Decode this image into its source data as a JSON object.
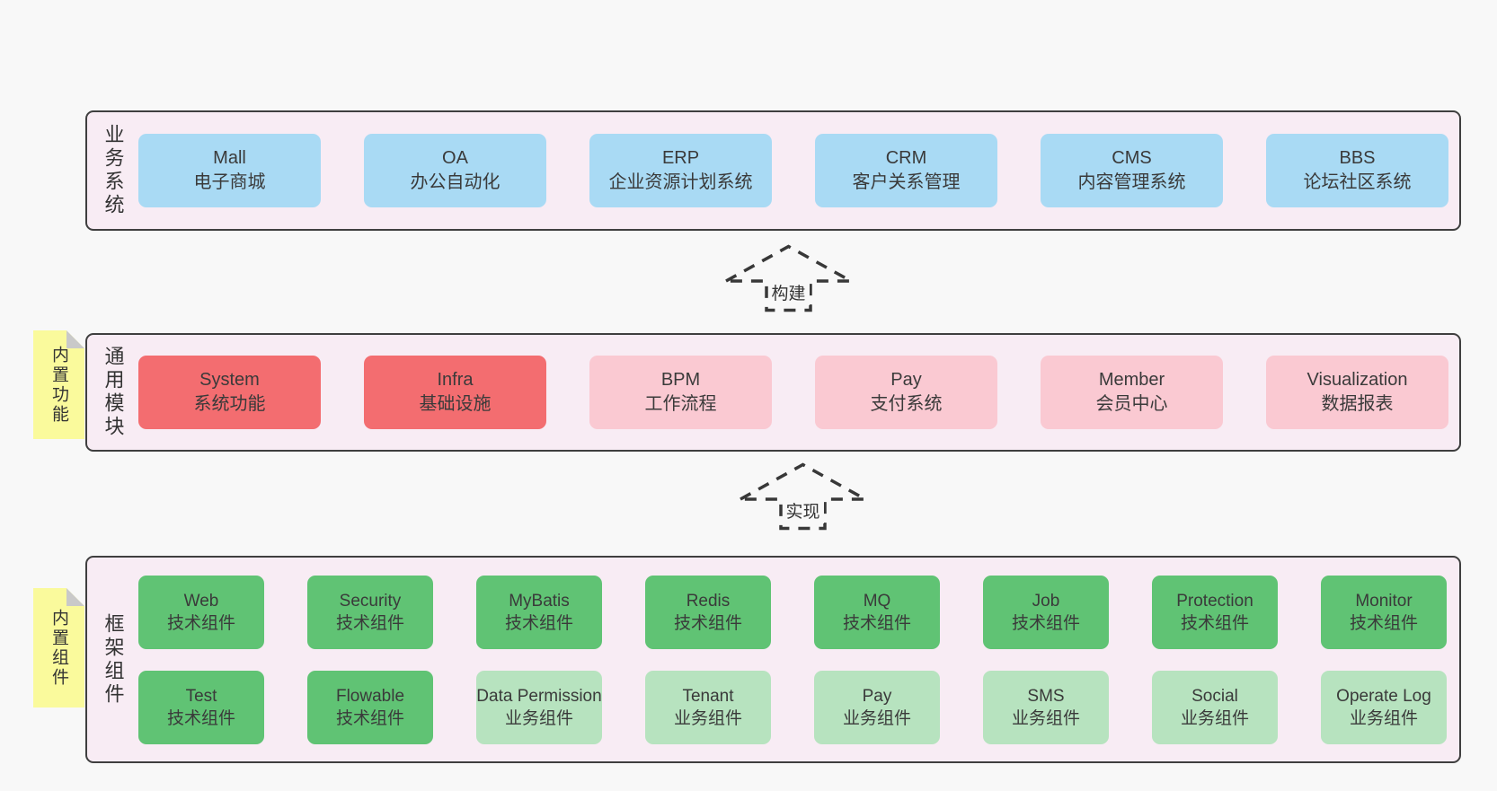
{
  "colors": {
    "page_background": "#f8f8f8",
    "panel_background": "#f8ecf4",
    "panel_border": "#3f3f3f",
    "box_blue": "#a9daf4",
    "box_red": "#f36d70",
    "box_pink": "#fac9d2",
    "box_green": "#60c374",
    "box_light_green": "#b7e3bf",
    "sticky_yellow": "#fafa9c",
    "sticky_fold": "#c9c9c9",
    "text": "#3a3a3a"
  },
  "arrows": [
    {
      "label": "构建"
    },
    {
      "label": "实现"
    }
  ],
  "layers": [
    {
      "label": "业务系统",
      "boxes": [
        {
          "title": "Mall",
          "subtitle": "电子商城"
        },
        {
          "title": "OA",
          "subtitle": "办公自动化"
        },
        {
          "title": "ERP",
          "subtitle": "企业资源计划系统"
        },
        {
          "title": "CRM",
          "subtitle": "客户关系管理"
        },
        {
          "title": "CMS",
          "subtitle": "内容管理系统"
        },
        {
          "title": "BBS",
          "subtitle": "论坛社区系统"
        }
      ]
    },
    {
      "label": "通用模块",
      "sticky": "内置功能",
      "boxes": [
        {
          "title": "System",
          "subtitle": "系统功能"
        },
        {
          "title": "Infra",
          "subtitle": "基础设施"
        },
        {
          "title": "BPM",
          "subtitle": "工作流程"
        },
        {
          "title": "Pay",
          "subtitle": "支付系统"
        },
        {
          "title": "Member",
          "subtitle": "会员中心"
        },
        {
          "title": "Visualization",
          "subtitle": "数据报表"
        }
      ]
    },
    {
      "label": "框架组件",
      "sticky": "内置组件",
      "rows": [
        [
          {
            "title": "Web",
            "subtitle": "技术组件"
          },
          {
            "title": "Security",
            "subtitle": "技术组件"
          },
          {
            "title": "MyBatis",
            "subtitle": "技术组件"
          },
          {
            "title": "Redis",
            "subtitle": "技术组件"
          },
          {
            "title": "MQ",
            "subtitle": "技术组件"
          },
          {
            "title": "Job",
            "subtitle": "技术组件"
          },
          {
            "title": "Protection",
            "subtitle": "技术组件"
          },
          {
            "title": "Monitor",
            "subtitle": "技术组件"
          }
        ],
        [
          {
            "title": "Test",
            "subtitle": "技术组件"
          },
          {
            "title": "Flowable",
            "subtitle": "技术组件"
          },
          {
            "title": "Data Permission",
            "subtitle": "业务组件"
          },
          {
            "title": "Tenant",
            "subtitle": "业务组件"
          },
          {
            "title": "Pay",
            "subtitle": "业务组件"
          },
          {
            "title": "SMS",
            "subtitle": "业务组件"
          },
          {
            "title": "Social",
            "subtitle": "业务组件"
          },
          {
            "title": "Operate Log",
            "subtitle": "业务组件"
          }
        ]
      ]
    }
  ]
}
